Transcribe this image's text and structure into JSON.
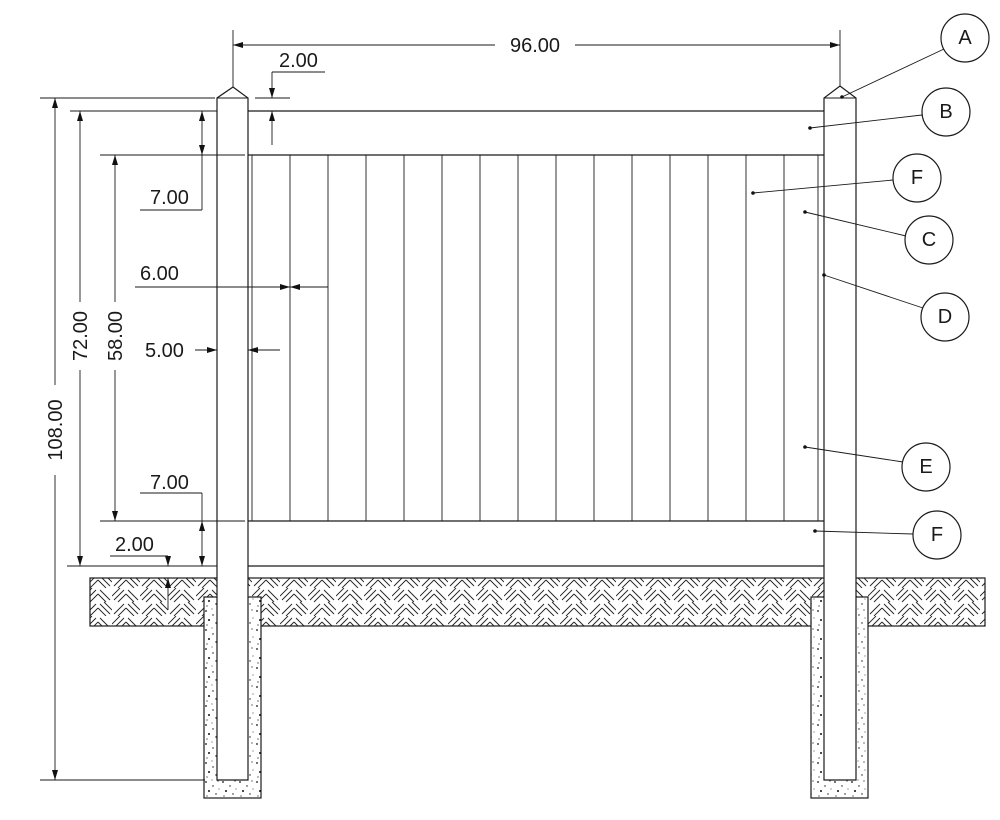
{
  "dimensions": {
    "overall_width": "96.00",
    "post_cap": "2.00",
    "overall_height": "108.00",
    "fence_height": "72.00",
    "picket_height": "58.00",
    "top_rail": "7.00",
    "picket_width": "6.00",
    "post_width": "5.00",
    "bottom_rail": "7.00",
    "ground_clearance": "2.00"
  },
  "balloons": {
    "post_cap": "A",
    "top_rail": "B",
    "picket_upper": "F",
    "picket_channel": "C",
    "post": "D",
    "panel": "E",
    "bottom_rail": "F"
  },
  "picket_count": 15
}
